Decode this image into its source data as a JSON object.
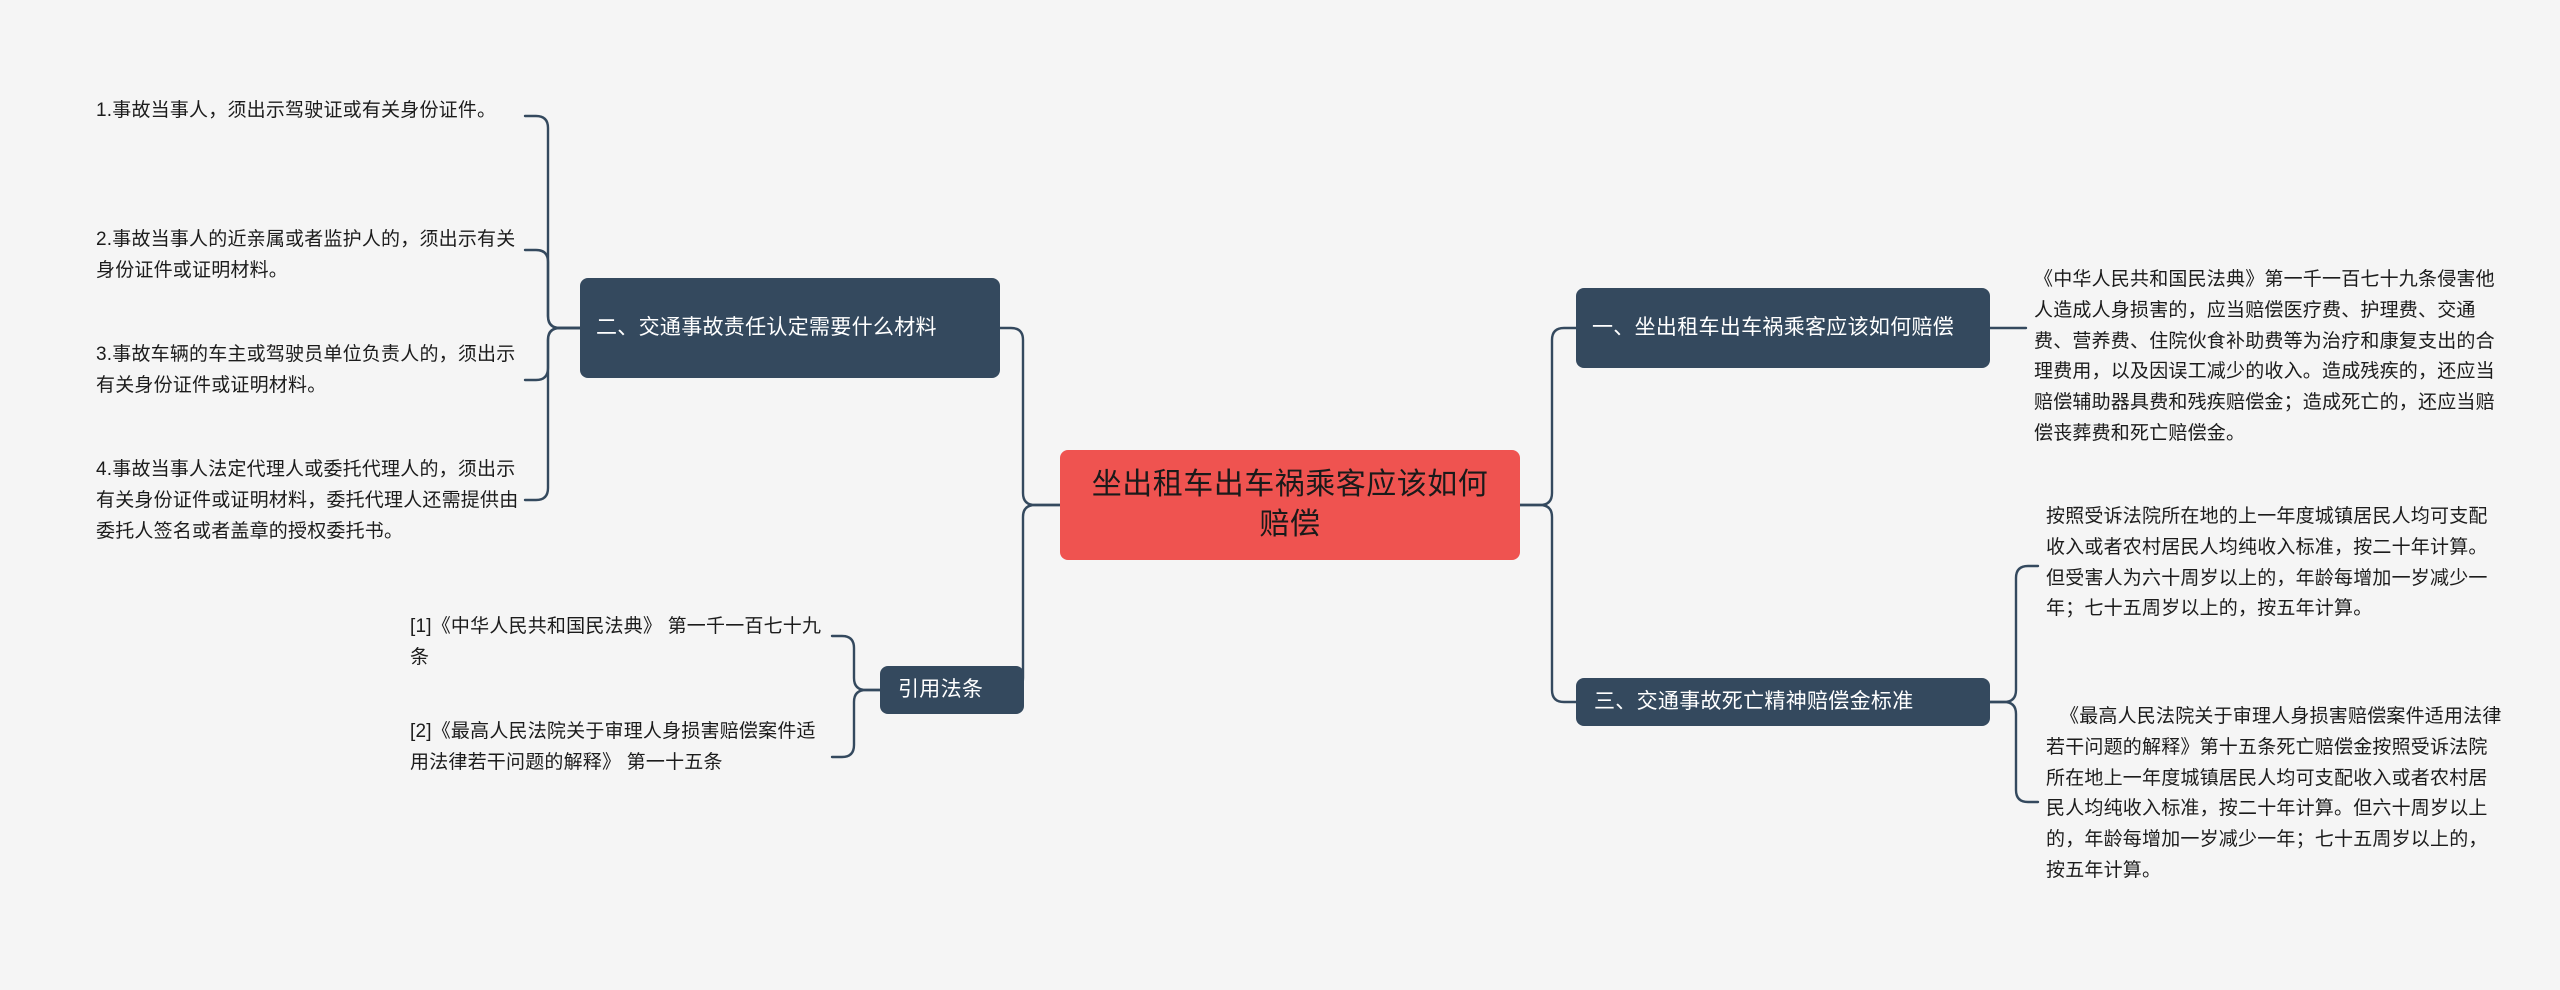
{
  "root": {
    "label": "坐出租车出车祸乘客应该如何赔偿",
    "color": "#ef5350"
  },
  "theme": {
    "branch_color": "#34495e",
    "line_color": "#34495e",
    "background": "#f5f5f5",
    "text_color": "#1c1c1c"
  },
  "left_branches": [
    {
      "label": "二、交通事故责任认定需要什么材料",
      "children": [
        "1.事故当事人，须出示驾驶证或有关身份证件。",
        "2.事故当事人的近亲属或者监护人的，须出示有关身份证件或证明材料。",
        "3.事故车辆的车主或驾驶员单位负责人的，须出示有关身份证件或证明材料。",
        "4.事故当事人法定代理人或委托代理人的，须出示有关身份证件或证明材料，委托代理人还需提供由委托人签名或者盖章的授权委托书。"
      ]
    },
    {
      "label": "引用法条",
      "children": [
        "[1]《中华人民共和国民法典》 第一千一百七十九条",
        "[2]《最高人民法院关于审理人身损害赔偿案件适用法律若干问题的解释》 第一十五条"
      ]
    }
  ],
  "right_branches": [
    {
      "label": "一、坐出租车出车祸乘客应该如何赔偿",
      "children": [
        "《中华人民共和国民法典》第一千一百七十九条侵害他人造成人身损害的，应当赔偿医疗费、护理费、交通费、营养费、住院伙食补助费等为治疗和康复支出的合理费用，以及因误工减少的收入。造成残疾的，还应当赔偿辅助器具费和残疾赔偿金；造成死亡的，还应当赔偿丧葬费和死亡赔偿金。"
      ]
    },
    {
      "label": "三、交通事故死亡精神赔偿金标准",
      "children": [
        "按照受诉法院所在地的上一年度城镇居民人均可支配收入或者农村居民人均纯收入标准，按二十年计算。但受害人为六十周岁以上的，年龄每增加一岁减少一年；七十五周岁以上的，按五年计算。",
        "《最高人民法院关于审理人身损害赔偿案件适用法律若干问题的解释》第十五条死亡赔偿金按照受诉法院所在地上一年度城镇居民人均可支配收入或者农村居民人均纯收入标准，按二十年计算。但六十周岁以上的，年龄每增加一岁减少一年；七十五周岁以上的，按五年计算。"
      ]
    }
  ]
}
